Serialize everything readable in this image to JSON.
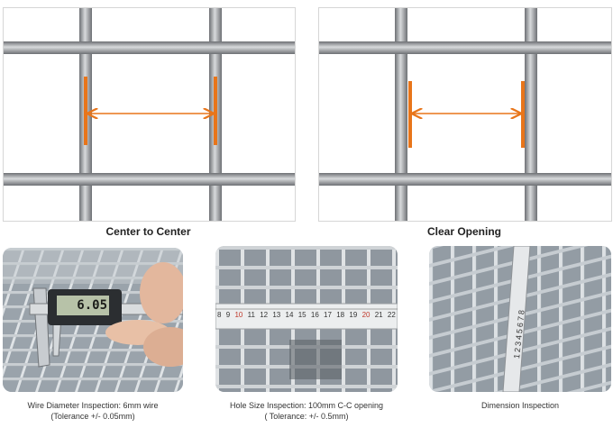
{
  "diagrams": [
    {
      "label": "Center to Center"
    },
    {
      "label": "Clear Opening"
    }
  ],
  "photos": [
    {
      "caliper_reading": "6.05",
      "caption_line1": "Wire Diameter Inspection: 6mm wire",
      "caption_line2": "(Tolerance +/- 0.05mm)"
    },
    {
      "ruler_numbers": [
        "8",
        "9",
        "10",
        "11",
        "12",
        "13",
        "14",
        "15",
        "16",
        "17",
        "18",
        "19",
        "20",
        "21",
        "22"
      ],
      "caption_line1": "Hole Size Inspection: 100mm C-C opening",
      "caption_line2": "( Tolerance: +/- 0.5mm)"
    },
    {
      "tape_numbers": "12345678",
      "caption_line1": "Dimension Inspection"
    }
  ],
  "colors": {
    "wire": "#8a8d90",
    "wire_highlight": "#d4d6d8",
    "arrow": "#e8751a",
    "mesh_bg": "#aab1b8"
  }
}
